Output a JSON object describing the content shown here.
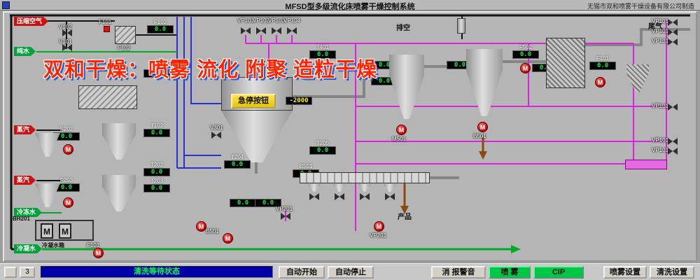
{
  "header": {
    "title": "MFSD型多级流化床喷雾干燥控制系统",
    "manufacturer": "无锡市双和喷雾干燥设备有限公司制造"
  },
  "watermark": {
    "brand": "双和干燥：",
    "slogan": "喷雾 流化 附聚 造粒干燥"
  },
  "flow": {
    "compressed_air": "压缩空气",
    "pure_water": "纯水",
    "steam": "蒸汽",
    "chilled_water": "冷冻水",
    "condensate": "冷凝水"
  },
  "labels": {
    "v101": "V101",
    "v102": "V102",
    "v301": "V301",
    "f101": "F101",
    "f102": "F102",
    "vp101": "VP101",
    "vp102": "VP102",
    "vp103": "VP103",
    "vp104": "VP104",
    "vp201": "VP201",
    "m501": "M501",
    "b501": "B501",
    "bh201": "BH201",
    "exhaust": "排空",
    "tail_gas": "尾气",
    "product": "产品",
    "condensate_tank": "冷凝水箱"
  },
  "displays": {
    "f102": {
      "label": "F102",
      "value": "0.0"
    },
    "t201": {
      "label": "T201",
      "value": "0.0"
    },
    "t102": {
      "label": "T102",
      "value": "0.0"
    },
    "t202": {
      "label": "T202",
      "value": "0.0"
    },
    "t203": {
      "label": "T203",
      "value": "0.0"
    },
    "f202": {
      "label": "F202",
      "value": "0.0"
    },
    "f203": {
      "label": "F203",
      "value": "0.0"
    },
    "t401": {
      "label": "T401",
      "value": "0.0"
    },
    "t204": {
      "label": "T204",
      "value": "0.0"
    },
    "t205": {
      "label": "T205",
      "value": "0.0"
    },
    "b501": {
      "label": "B501",
      "value": "0.0"
    },
    "weight": {
      "label": "",
      "value": "-2000"
    },
    "bed1": {
      "label": "",
      "value": "0.0"
    },
    "bed2": {
      "label": "",
      "value": "0.0"
    },
    "cy1a": {
      "label": "",
      "value": "0.0"
    },
    "cy1b": {
      "label": "",
      "value": "0.0"
    },
    "cy2": {
      "label": "",
      "value": "0.0"
    },
    "f502": {
      "label": "F502",
      "value": "0.0"
    },
    "pump_r": {
      "label": "",
      "value": "0.0"
    },
    "f101r": {
      "label": "F101",
      "value": "0.0"
    }
  },
  "misc": {
    "pump_letter": "M",
    "estop": "急停按钮"
  },
  "statusbar": {
    "indicator": "3",
    "status": "清洗等待状态",
    "auto_start": "自动开始",
    "auto_stop": "自动停止",
    "mute": "消 报警音",
    "spray": "喷 雾",
    "cip": "CIP",
    "spray_settings": "喷雾设置",
    "clean_settings": "清洗设置"
  }
}
